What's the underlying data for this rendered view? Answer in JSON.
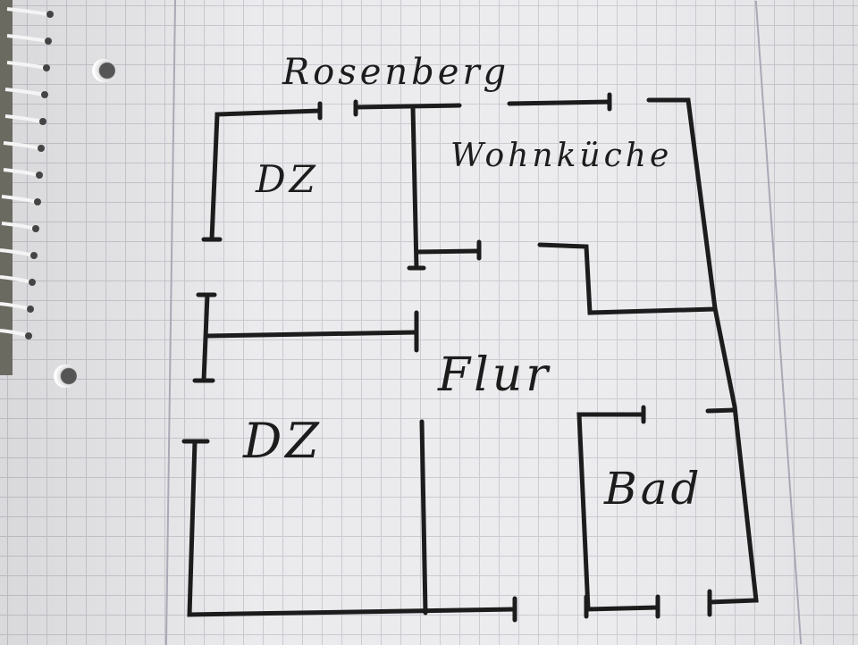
{
  "title": "Rosenberg",
  "rooms": [
    {
      "id": "dz-top",
      "label": "DZ"
    },
    {
      "id": "wohnkueche",
      "label": "Wohnküche"
    },
    {
      "id": "flur",
      "label": "Flur"
    },
    {
      "id": "dz-bottom",
      "label": "DZ"
    },
    {
      "id": "bad",
      "label": "Bad"
    }
  ],
  "colors": {
    "ink": "#1c1c1c",
    "paper": "#ebebee",
    "grid": "#c9c9d0"
  }
}
